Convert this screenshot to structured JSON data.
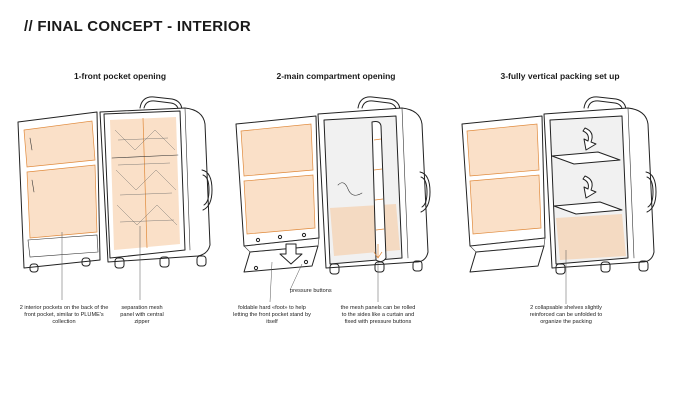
{
  "page": {
    "title": "// FINAL CONCEPT - INTERIOR"
  },
  "panels": [
    {
      "heading": "1-front pocket opening",
      "notes": [
        "2 interior pockets on the back of the front pocket, similar to PLUME's collection",
        "separation mesh panel with central zipper"
      ]
    },
    {
      "heading": "2-main compartment opening",
      "notes": [
        "pressure buttons",
        "foldable hard «foot» to help letting the front pocket stand by itself",
        "the mesh panels can be rolled to the sides like a curtain and fixed with pressure buttons"
      ]
    },
    {
      "heading": "3-fully vertical packing set up",
      "notes": [
        "2 collapsable shelves slightly reinforced can be unfolded to organize the packing"
      ]
    }
  ],
  "colors": {
    "ink": "#222222",
    "accent": "#e08a3c"
  }
}
